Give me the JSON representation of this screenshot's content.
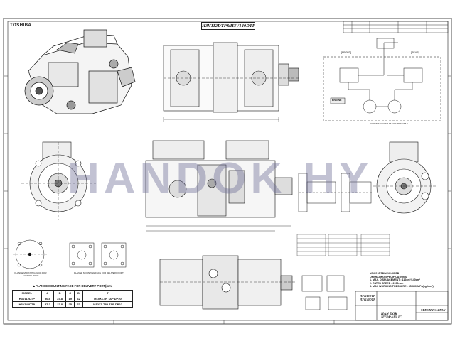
{
  "drawing": {
    "title": "H3V112DTP&H3V140DTP",
    "logo": "TOSHIBA",
    "watermark": "HANDOK HY",
    "front_label": "[FRONT]",
    "rear_label": "[REAR]",
    "engine_label": "ENGINE",
    "hydraulic_circuit_label": "HYDRAULIC CIRCUIT FOR PRINCIPLE"
  },
  "flange": {
    "caption": "▲FLANGE MOUNTING FACE FOR DELIVERY PORT(mm)",
    "suction_caption": "FLANGE MOUNTING FACE FOR SUCTION PORT",
    "delivery_caption": "FLANGE MOUNTING FACE FOR DELIVERY PORT",
    "headers": [
      "MODEL",
      "A",
      "B",
      "C",
      "D",
      "T"
    ],
    "rows": [
      [
        "H3V112DTP",
        "50.8",
        "23.8",
        "19",
        "62",
        "M10X1.5P TAP DP20"
      ],
      [
        "H3V140DTP",
        "57.2",
        "27.8",
        "25",
        "70",
        "M12X1.75P TAP DP22"
      ]
    ]
  },
  "spec": {
    "models": "H3V112DTP/H3V140DTP",
    "heading": "OPERATING SPECIFICATIONS",
    "line1": "1. MAX. DISPLACEMENT : 112cm³/140cm³",
    "line2": "2. RATED SPEED : 2150rpm",
    "line3": "3. MAX WORKING PRESSURE : 35(350)MPa(kgf/cm²)"
  },
  "title_block": {
    "model_line1": "H3V112DTP",
    "model_line2": "H3V140DTP",
    "company_line1": "HAN DOK",
    "company_line2": "HYDRAULIC",
    "doc_type": "SPECIFICATION"
  }
}
